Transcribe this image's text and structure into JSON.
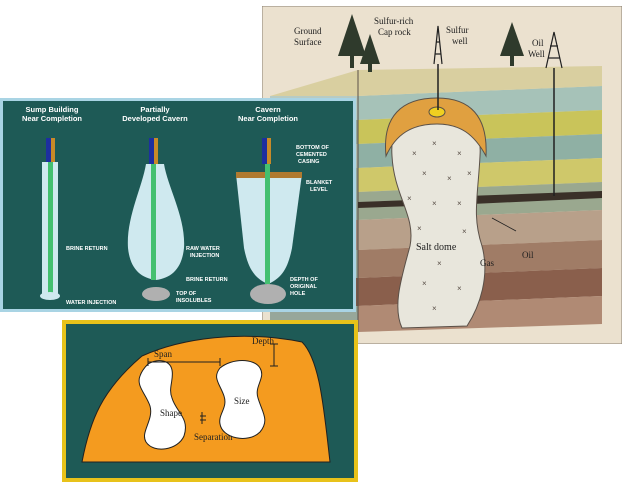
{
  "colors": {
    "dome_paper": "#ebe1cf",
    "cavern_bg": "#1e5a56",
    "cavern_border": "#a9d4e4",
    "void_bg": "#1e5a56",
    "void_border": "#e8c21a",
    "void_fill": "#f49b1f"
  },
  "dome": {
    "labels": {
      "ground_surface_1": "Ground",
      "ground_surface_2": "Surface",
      "cap_rock_1": "Sulfur-rich",
      "cap_rock_2": "Cap rock",
      "sulfur_well_1": "Sulfur",
      "sulfur_well_2": "well",
      "oil_well_1": "Oil",
      "oil_well_2": "Well",
      "salt_dome": "Salt dome",
      "gas": "Gas",
      "oil": "Oil"
    }
  },
  "cavern": {
    "stages": [
      {
        "title_1": "Sump Building",
        "title_2": "Near Completion"
      },
      {
        "title_1": "Partially",
        "title_2": "Developed Cavern"
      },
      {
        "title_1": "Cavern",
        "title_2": "Near Completion"
      }
    ],
    "labels": {
      "brine_return_1": "BRINE RETURN",
      "water_injection": "WATER INJECTION",
      "raw_water_1": "RAW WATER",
      "raw_water_2": "INJECTION",
      "brine_return_2": "BRINE RETURN",
      "insolubles_1": "TOP OF",
      "insolubles_2": "INSOLUBLES",
      "casing_1": "BOTTOM OF",
      "casing_2": "CEMENTED",
      "casing_3": "CASING",
      "blanket_1": "BLANKET",
      "blanket_2": "LEVEL",
      "depth_1": "DEPTH OF",
      "depth_2": "ORIGINAL",
      "depth_3": "HOLE"
    }
  },
  "voids": {
    "labels": {
      "span": "Span",
      "depth": "Depth",
      "shape": "Shape",
      "size": "Size",
      "separation": "Separation"
    }
  }
}
